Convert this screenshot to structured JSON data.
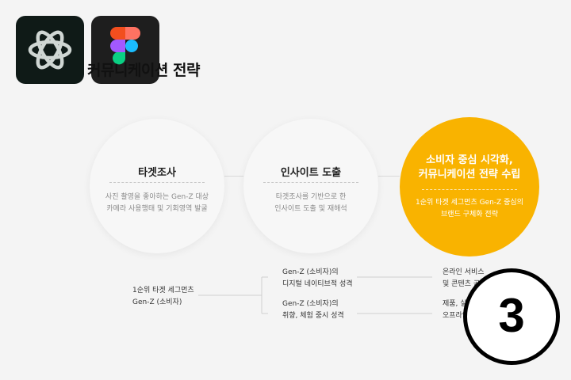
{
  "title": "커뮤니케이션 전략",
  "icons": {
    "first": "openai-logo-icon",
    "second": "figma-logo-icon"
  },
  "colors": {
    "accent": "#f9b300",
    "background": "#f4f4f4"
  },
  "steps": [
    {
      "heading": "타겟조사",
      "desc": [
        "사진 촬영을 좋아하는 Gen-Z 대상",
        "카메라 사용행태 및 기회영역 발굴"
      ]
    },
    {
      "heading": "인사이트 도출",
      "desc": [
        "타겟조사를 기반으로 한",
        "인사이트 도출 및 재해석"
      ]
    },
    {
      "heading": [
        "소비자 중심 시각화,",
        "커뮤니케이션 전략 수립"
      ],
      "desc": [
        "1순위 타겟 세그먼츠 Gen-Z 중심의",
        "브랜드 구체화 전략"
      ]
    }
  ],
  "details": {
    "segment": [
      "1순위 타겟 세그먼츠",
      "Gen-Z (소비자)"
    ],
    "insight1": [
      "Gen-Z (소비자)의",
      "디지털 네이티브적 성격"
    ],
    "insight2": [
      "Gen-Z (소비자)의",
      "취향, 체험 중시 성격"
    ],
    "strategy1": [
      "온라인 서비스",
      "및 콘텐츠 공유"
    ],
    "strategy2": [
      "제품, 실",
      "오프라인"
    ]
  },
  "badge_number": "3"
}
